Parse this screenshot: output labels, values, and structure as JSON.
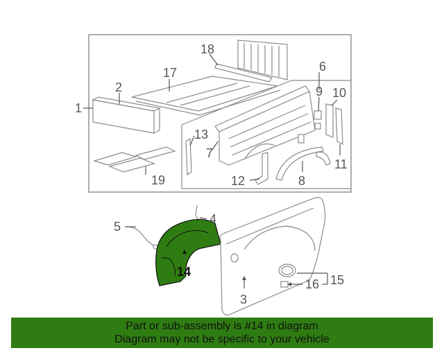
{
  "diagram": {
    "callouts": {
      "c1": "1",
      "c2": "2",
      "c3": "3",
      "c4": "4",
      "c5": "5",
      "c6": "6",
      "c7": "7",
      "c8": "8",
      "c9": "9",
      "c10": "10",
      "c11": "11",
      "c12": "12",
      "c13": "13",
      "c14": "14",
      "c15": "15",
      "c16": "16",
      "c17": "17",
      "c18": "18",
      "c19": "19"
    },
    "highlight_color": "#2f7d12",
    "highlighted_part": "14"
  },
  "banner": {
    "line1": "Part or sub-assembly is #14 in diagram",
    "line2": "Diagram may not be specific to your vehicle"
  }
}
